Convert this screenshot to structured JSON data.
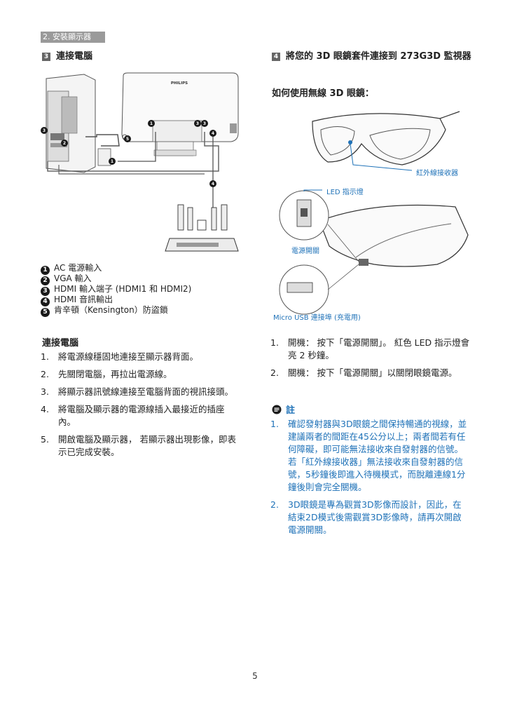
{
  "header": {
    "chapter": "2. 安裝顯示器"
  },
  "left": {
    "section_num": "3",
    "section_title": "連接電腦",
    "diagram": {
      "brand": "PHILIPS",
      "markers": [
        "1",
        "2",
        "3",
        "4",
        "5"
      ]
    },
    "legend": [
      {
        "num": "1",
        "text": "AC 電源輸入"
      },
      {
        "num": "2",
        "text": "VGA 輸入"
      },
      {
        "num": "3",
        "text": "HDMI 輸入端子 (HDMI1 和 HDMI2)"
      },
      {
        "num": "4",
        "text": "HDMI 音訊輸出"
      },
      {
        "num": "5",
        "text": "肯辛頓（Kensington）防盜鎖"
      }
    ],
    "steps_title": "連接電腦",
    "steps": [
      {
        "n": "1.",
        "text": "將電源線穩固地連接至顯示器背面。"
      },
      {
        "n": "2.",
        "text": "先關閉電腦，再拉出電源線。"
      },
      {
        "n": "3.",
        "text": "將顯示器訊號線連接至電腦背面的視訊接頭。"
      },
      {
        "n": "4.",
        "text": "將電腦及顯示器的電源線插入最接近的插座內。"
      },
      {
        "n": "5.",
        "text": "開啟電腦及顯示器， 若顯示器出現影像，即表示已完成安裝。"
      }
    ]
  },
  "right": {
    "section_num": "4",
    "section_title": "將您的 3D 眼鏡套件連接到 273G3D 監視器",
    "subtitle": "如何使用無線 3D 眼鏡：",
    "callouts": {
      "ir": "紅外線接收器",
      "led": "LED 指示燈",
      "power": "電源開關",
      "usb": "Micro USB 連接埠 (充電用)"
    },
    "steps": [
      {
        "n": "1.",
        "text": "開機： 按下「電源開關」。 紅色 LED 指示燈會亮 2 秒鐘。"
      },
      {
        "n": "2.",
        "text": "關機： 按下「電源開關」以關閉眼鏡電源。"
      }
    ],
    "note_title": "註",
    "notes": [
      {
        "n": "1.",
        "text": "確認發射器與3D眼鏡之間保持暢通的視線，並建議兩者的間距在45公分以上；兩者間若有任何障礙，即可能無法接收來自發射器的信號。若「紅外線接收器」無法接收來自發射器的信號，5秒鐘後即進入待機模式，而脫離連線1分鐘後則會完全關機。"
      },
      {
        "n": "2.",
        "text": "3D眼鏡是專為觀賞3D影像而設計，因此，在結束2D模式後需觀賞3D影像時，請再次開啟電源開關。"
      }
    ],
    "colors": {
      "accent": "#1f72b8",
      "note_blue": "#1f72b8"
    }
  },
  "footer": {
    "page": "5"
  }
}
